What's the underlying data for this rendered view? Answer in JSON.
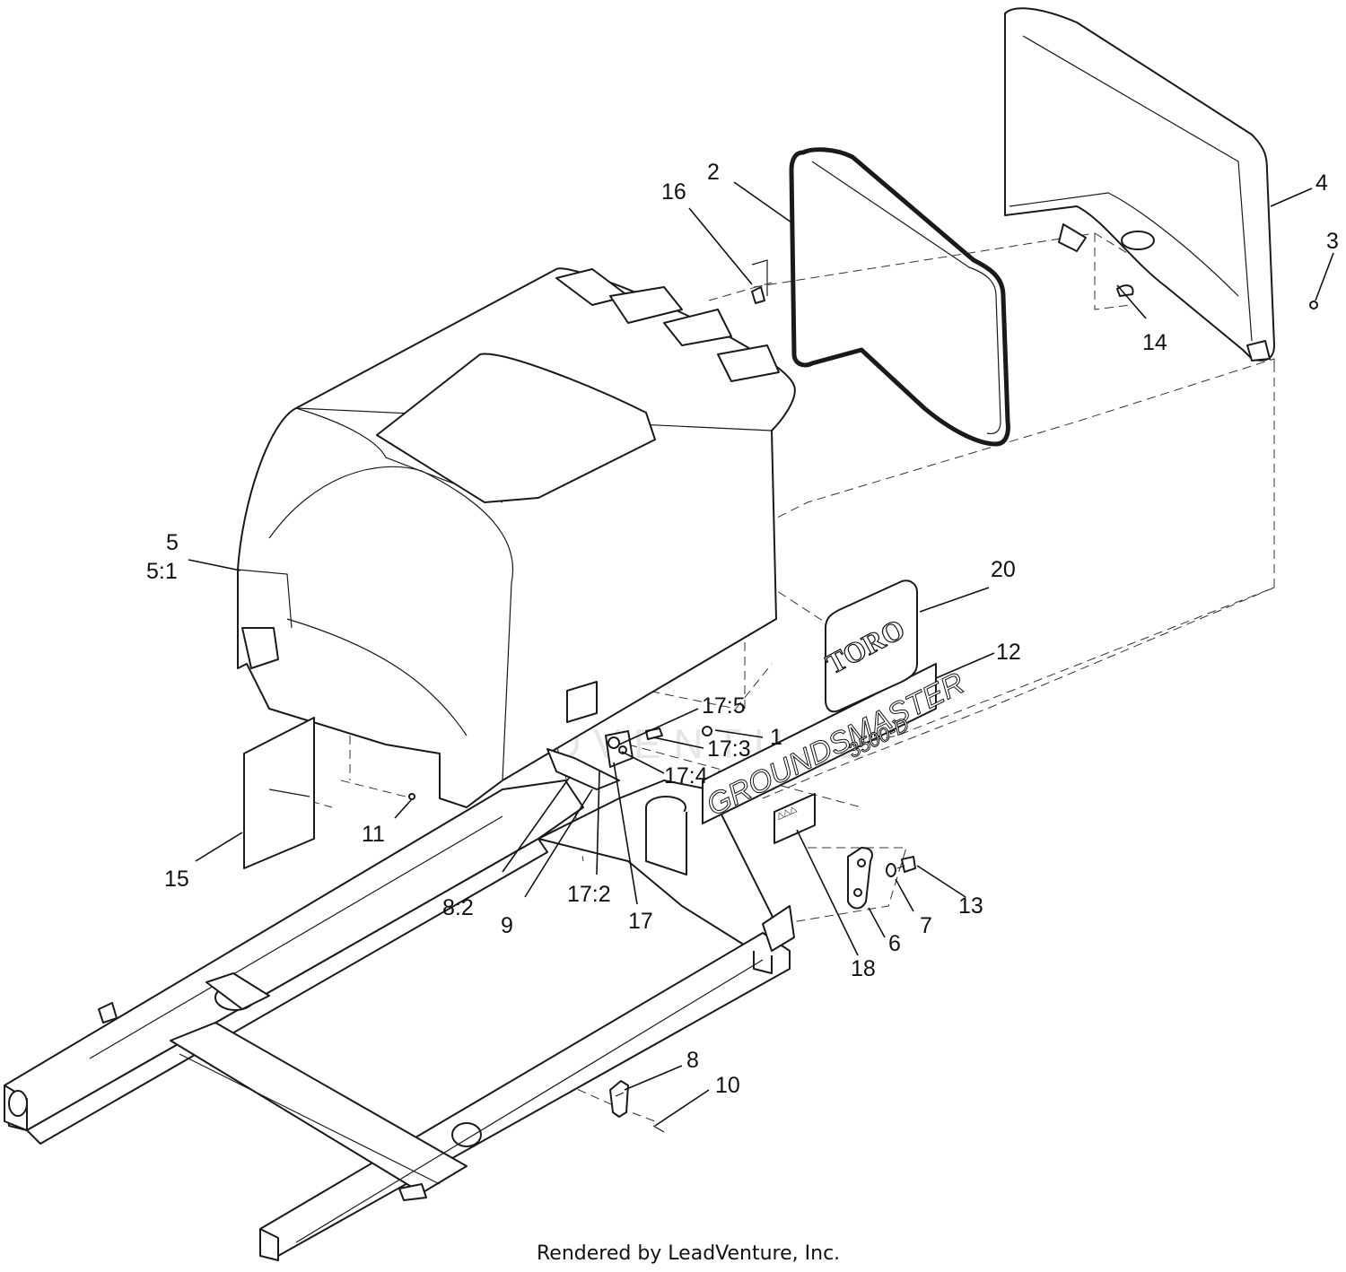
{
  "callouts": [
    {
      "label": "1"
    },
    {
      "label": "2"
    },
    {
      "label": "3"
    },
    {
      "label": "4"
    },
    {
      "label": "5"
    },
    {
      "label": "5:1"
    },
    {
      "label": "6"
    },
    {
      "label": "7"
    },
    {
      "label": "8"
    },
    {
      "label": "8:2"
    },
    {
      "label": "9"
    },
    {
      "label": "10"
    },
    {
      "label": "11"
    },
    {
      "label": "12"
    },
    {
      "label": "13"
    },
    {
      "label": "14"
    },
    {
      "label": "15"
    },
    {
      "label": "16"
    },
    {
      "label": "17"
    },
    {
      "label": "17:2"
    },
    {
      "label": "17:3"
    },
    {
      "label": "17:4"
    },
    {
      "label": "17:5"
    },
    {
      "label": "18"
    },
    {
      "label": "20"
    }
  ],
  "decals": {
    "toro": "TORO",
    "model_name": "GROUNDSMASTER",
    "model_number": "3500-D",
    "warning_symbols": "△△△"
  },
  "watermark": "LEADVENTURE",
  "footer": "Rendered by LeadVenture, Inc."
}
